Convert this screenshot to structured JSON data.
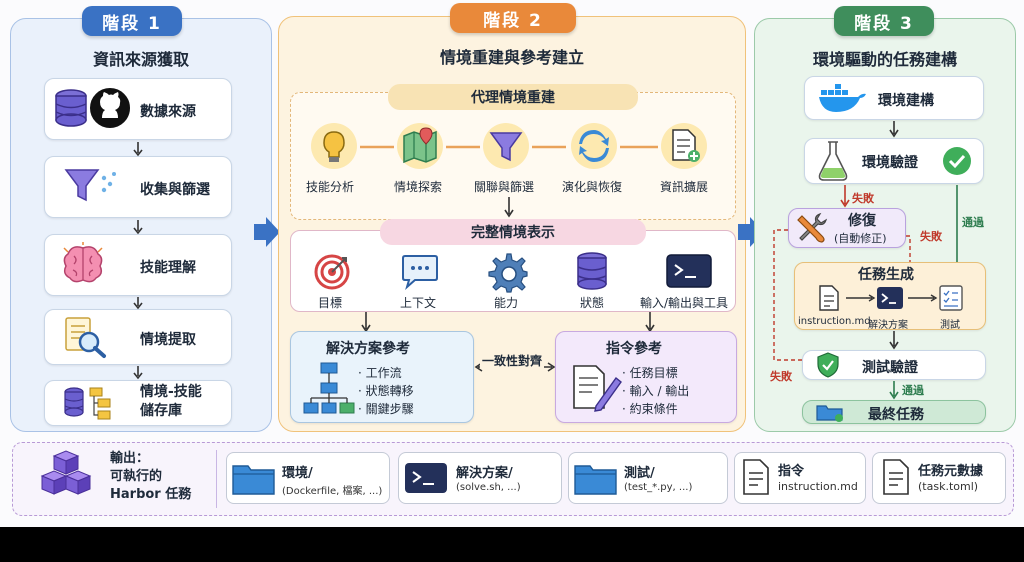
{
  "stage1": {
    "badge": "階段 1",
    "title": "資訊來源獲取",
    "steps": [
      {
        "label": "數據來源"
      },
      {
        "label": "收集與篩選"
      },
      {
        "label": "技能理解"
      },
      {
        "label": "情境提取"
      },
      {
        "label": "情境-技能\n儲存庫"
      }
    ]
  },
  "stage2": {
    "badge": "階段 2",
    "title": "情境重建與參考建立",
    "agent_title": "代理情境重建",
    "agent_steps": [
      "技能分析",
      "情境探索",
      "關聯與篩選",
      "演化與恢復",
      "資訊擴展"
    ],
    "full_title": "完整情境表示",
    "full_items": [
      "目標",
      "上下文",
      "能力",
      "狀態",
      "輸入/輸出與工具"
    ],
    "solution_title": "解決方案參考",
    "solution_items": [
      "· 工作流",
      "· 狀態轉移",
      "· 關鍵步驟"
    ],
    "consistency": "一致性對齊",
    "instruction_title": "指令參考",
    "instruction_items": [
      "· 任務目標",
      "· 輸入 / 輸出",
      "· 約束條件"
    ]
  },
  "stage3": {
    "badge": "階段 3",
    "title": "環境驅動的任務建構",
    "env_build": "環境建構",
    "env_verify": "環境驗證",
    "fail1": "失敗",
    "pass1": "通過",
    "repair": "修復",
    "repair_sub": "(自動修正)",
    "fail2": "失敗",
    "task_gen": "任務生成",
    "task_items": [
      "instruction.md",
      "解決方案",
      "測試"
    ],
    "test_verify": "測試驗證",
    "fail3": "失敗",
    "pass2": "通過",
    "final": "最終任務"
  },
  "output": {
    "heading": "輸出：\n可執行的\nHarbor 任務",
    "items": [
      {
        "title": "環境/",
        "sub": "(Dockerfile, 檔案, ...)",
        "icon": "folder-icon"
      },
      {
        "title": "解決方案/",
        "sub": "(solve.sh, ...)",
        "icon": "terminal-icon"
      },
      {
        "title": "測試/",
        "sub": "(test_*.py, ...)",
        "icon": "folder-icon"
      },
      {
        "title": "指令",
        "sub": "instruction.md",
        "icon": "document-icon"
      },
      {
        "title": "任務元數據",
        "sub": "(task.toml)",
        "icon": "document-icon"
      }
    ]
  },
  "colors": {
    "stage1": "#3a72c4",
    "stage2": "#e9893a",
    "stage3": "#3f8e5c",
    "fail": "#c0392b",
    "pass": "#2e7d4f"
  }
}
